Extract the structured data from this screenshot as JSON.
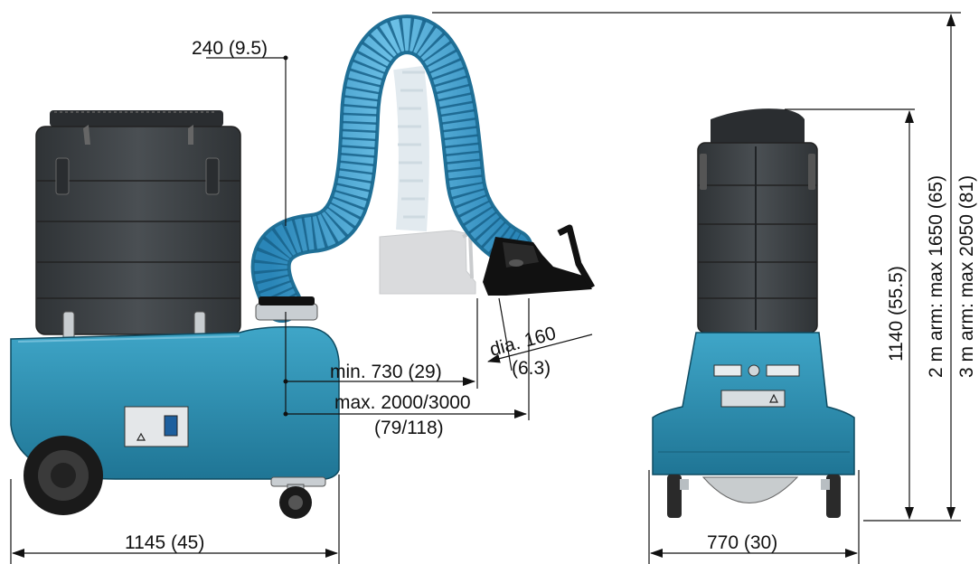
{
  "dimensions": {
    "top_offset": "240 (9.5)",
    "min_reach": "min. 730 (29)",
    "max_reach": "max. 2000/3000",
    "max_reach_inch": "(79/118)",
    "nozzle_diameter": "dia. 160",
    "nozzle_diameter_inch": "(6.3)",
    "side_width": "1145 (45)",
    "front_width": "770 (30)",
    "unit_height": "1140 (55.5)",
    "arm_height_2m": "2 m arm: max 1650 (65)",
    "arm_height_3m": "3 m arm: max 2050 (81)"
  },
  "icons": {
    "warning": "warning-triangle-icon"
  },
  "colors": {
    "housing": "#2b93b6",
    "housing_dark": "#1c6e8c",
    "hose": "#3aa0d0",
    "filter_body": "#3e4246",
    "hood": "#111111",
    "ghost": "#d2d4d6"
  }
}
